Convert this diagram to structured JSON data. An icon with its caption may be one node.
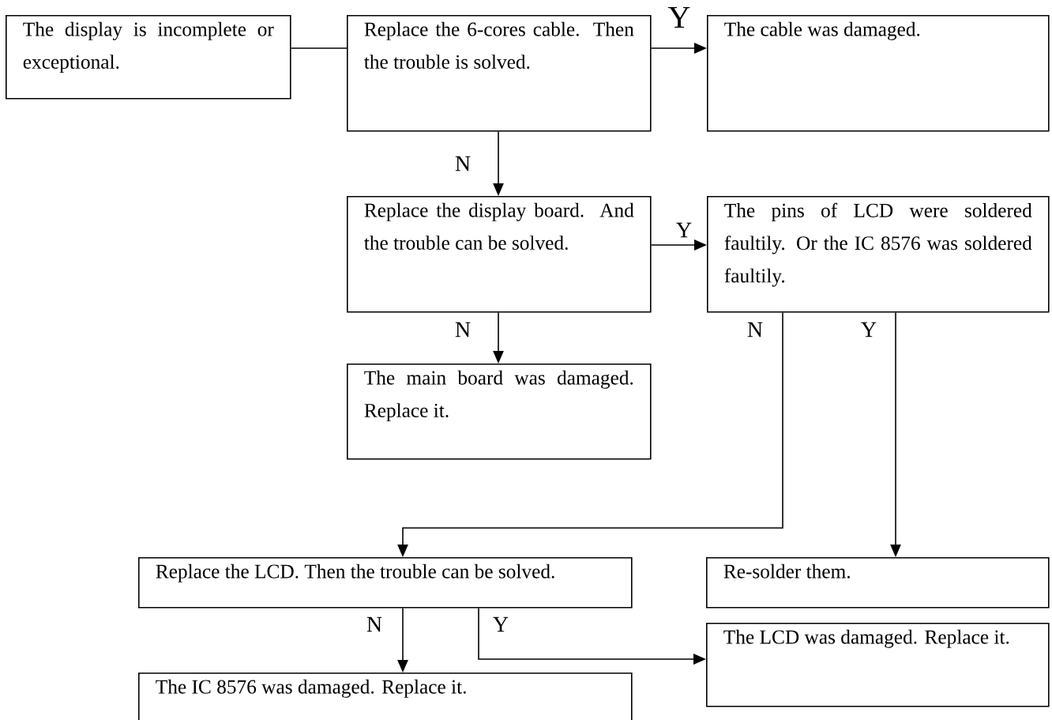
{
  "diagram": {
    "nodes": [
      {
        "text": [
          "The display is incomplete or exceptional."
        ]
      },
      {
        "text": [
          "Replace the 6-cores cable. Then the trouble is solved."
        ]
      },
      {
        "text": [
          "The cable was damaged."
        ]
      },
      {
        "text": [
          "Replace the display board. And the trouble can be solved."
        ]
      },
      {
        "text": [
          "The pins of LCD were soldered faultily. Or the IC 8576 was soldered faultily."
        ]
      },
      {
        "text": [
          "The main board was damaged. Replace it."
        ]
      },
      {
        "text": [
          "Replace the LCD. Then the trouble can be solved."
        ]
      },
      {
        "text": [
          "Re-solder them."
        ]
      },
      {
        "text": [
          "The LCD was damaged. Replace it."
        ]
      },
      {
        "text": [
          "The IC 8576 was damaged. Replace it."
        ]
      }
    ],
    "edges": [
      {
        "from": 0,
        "to": 1,
        "arrow": "none"
      },
      {
        "from": 1,
        "to": 2,
        "arrow": "to",
        "label": "Y"
      },
      {
        "from": 1,
        "to": 3,
        "arrow": "to",
        "label": "N"
      },
      {
        "from": 3,
        "to": 4,
        "arrow": "to",
        "label": "Y"
      },
      {
        "from": 3,
        "to": 5,
        "arrow": "to",
        "label": "N"
      },
      {
        "from": 4,
        "to": 6,
        "arrow": "to",
        "label": "N"
      },
      {
        "from": 4,
        "to": 7,
        "arrow": "to",
        "label": "Y"
      },
      {
        "from": 6,
        "to": 9,
        "arrow": "to",
        "label": "N"
      },
      {
        "from": 6,
        "to": 8,
        "arrow": "to",
        "label": "Y"
      }
    ]
  }
}
